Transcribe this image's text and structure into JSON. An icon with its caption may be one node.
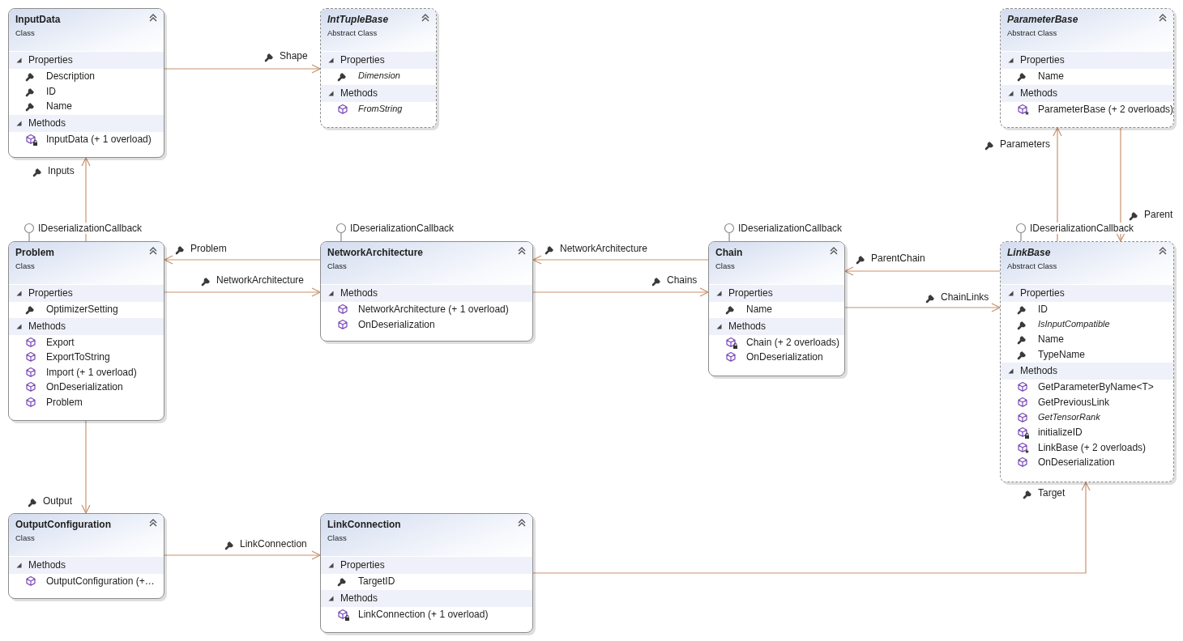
{
  "diagram": {
    "nodes": [
      {
        "text": [
          "InputData",
          "Class",
          "Properties",
          "Description",
          "ID",
          "Name",
          "Methods",
          "InputData (+ 1 overload)"
        ]
      },
      {
        "text": [
          "IntTupleBase",
          "Abstract Class",
          "Properties",
          "Dimension",
          "Methods",
          "FromString"
        ]
      },
      {
        "text": [
          "ParameterBase",
          "Abstract Class",
          "Properties",
          "Name",
          "Methods",
          "ParameterBase (+ 2 overloads)"
        ]
      },
      {
        "text": [
          "Problem",
          "Class",
          "Properties",
          "OptimizerSetting",
          "Methods",
          "Export",
          "ExportToString",
          "Import (+ 1 overload)",
          "OnDeserialization",
          "Problem"
        ],
        "beside": [
          "IDeserializationCallback"
        ]
      },
      {
        "text": [
          "NetworkArchitecture",
          "Class",
          "Methods",
          "NetworkArchitecture (+ 1 overload)",
          "OnDeserialization"
        ],
        "beside": [
          "IDeserializationCallback"
        ]
      },
      {
        "text": [
          "Chain",
          "Class",
          "Properties",
          "Name",
          "Methods",
          "Chain (+ 2 overloads)",
          "OnDeserialization"
        ],
        "beside": [
          "IDeserializationCallback"
        ]
      },
      {
        "text": [
          "LinkBase",
          "Abstract Class",
          "Properties",
          "ID",
          "IsInputCompatible",
          "Name",
          "TypeName",
          "Methods",
          "GetParameterByName<T>",
          "GetPreviousLink",
          "GetTensorRank",
          "initializeID",
          "LinkBase (+ 2 overloads)",
          "OnDeserialization"
        ],
        "beside": [
          "IDeserializationCallback"
        ]
      },
      {
        "text": [
          "OutputConfiguration",
          "Class",
          "Methods",
          "OutputConfiguration (+…"
        ]
      },
      {
        "text": [
          "LinkConnection",
          "Class",
          "Properties",
          "TargetID",
          "Methods",
          "LinkConnection (+ 1 overload)"
        ]
      }
    ],
    "edges": [
      {
        "from": 0,
        "to": 1,
        "arrow": "to",
        "label": "Shape"
      },
      {
        "from": 3,
        "to": 0,
        "arrow": "to",
        "label": "Inputs"
      },
      {
        "from": 6,
        "to": 2,
        "arrow": "to",
        "label": "Parameters"
      },
      {
        "from": 2,
        "to": 6,
        "arrow": "to",
        "label": "Parent"
      },
      {
        "from": 4,
        "to": 3,
        "arrow": "to",
        "label": "Problem"
      },
      {
        "from": 3,
        "to": 4,
        "arrow": "to",
        "label": "NetworkArchitecture"
      },
      {
        "from": 5,
        "to": 4,
        "arrow": "to",
        "label": "NetworkArchitecture"
      },
      {
        "from": 4,
        "to": 5,
        "arrow": "to",
        "label": "Chains"
      },
      {
        "from": 6,
        "to": 5,
        "arrow": "to",
        "label": "ParentChain"
      },
      {
        "from": 5,
        "to": 6,
        "arrow": "to",
        "label": "ChainLinks"
      },
      {
        "from": 3,
        "to": 7,
        "arrow": "to",
        "label": "Output"
      },
      {
        "from": 7,
        "to": 8,
        "arrow": "to",
        "label": "LinkConnection"
      },
      {
        "from": 8,
        "to": 6,
        "arrow": "to",
        "label": "Target"
      }
    ]
  }
}
